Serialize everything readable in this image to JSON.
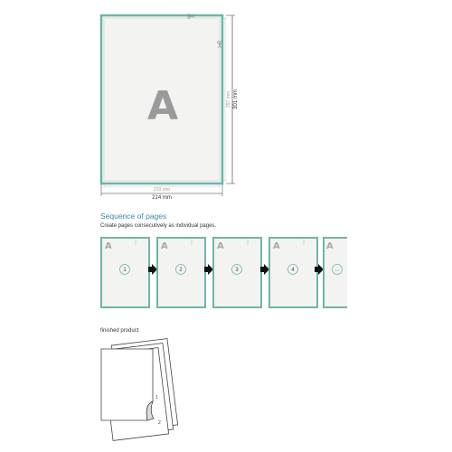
{
  "format": {
    "letter": "A",
    "trim_height_label": "297 mm",
    "bleed_height_label": "301 mm",
    "trim_width_label": "210 mm",
    "bleed_width_label": "214 mm"
  },
  "sequence": {
    "title": "Sequence of pages",
    "subtitle": "Create pages consecutively as individual pages.",
    "pages": [
      {
        "letter": "A",
        "number": "1"
      },
      {
        "letter": "A",
        "number": "2"
      },
      {
        "letter": "A",
        "number": "3"
      },
      {
        "letter": "A",
        "number": "4"
      },
      {
        "letter": "A",
        "number": "..."
      }
    ]
  },
  "finished": {
    "title": "finished product",
    "sheet_numbers": [
      "1",
      "2"
    ]
  },
  "colors": {
    "accent": "#6fb5a8",
    "title_blue": "#3a86a8",
    "page_fill": "#f3f3f1",
    "arrow": "#111111"
  }
}
